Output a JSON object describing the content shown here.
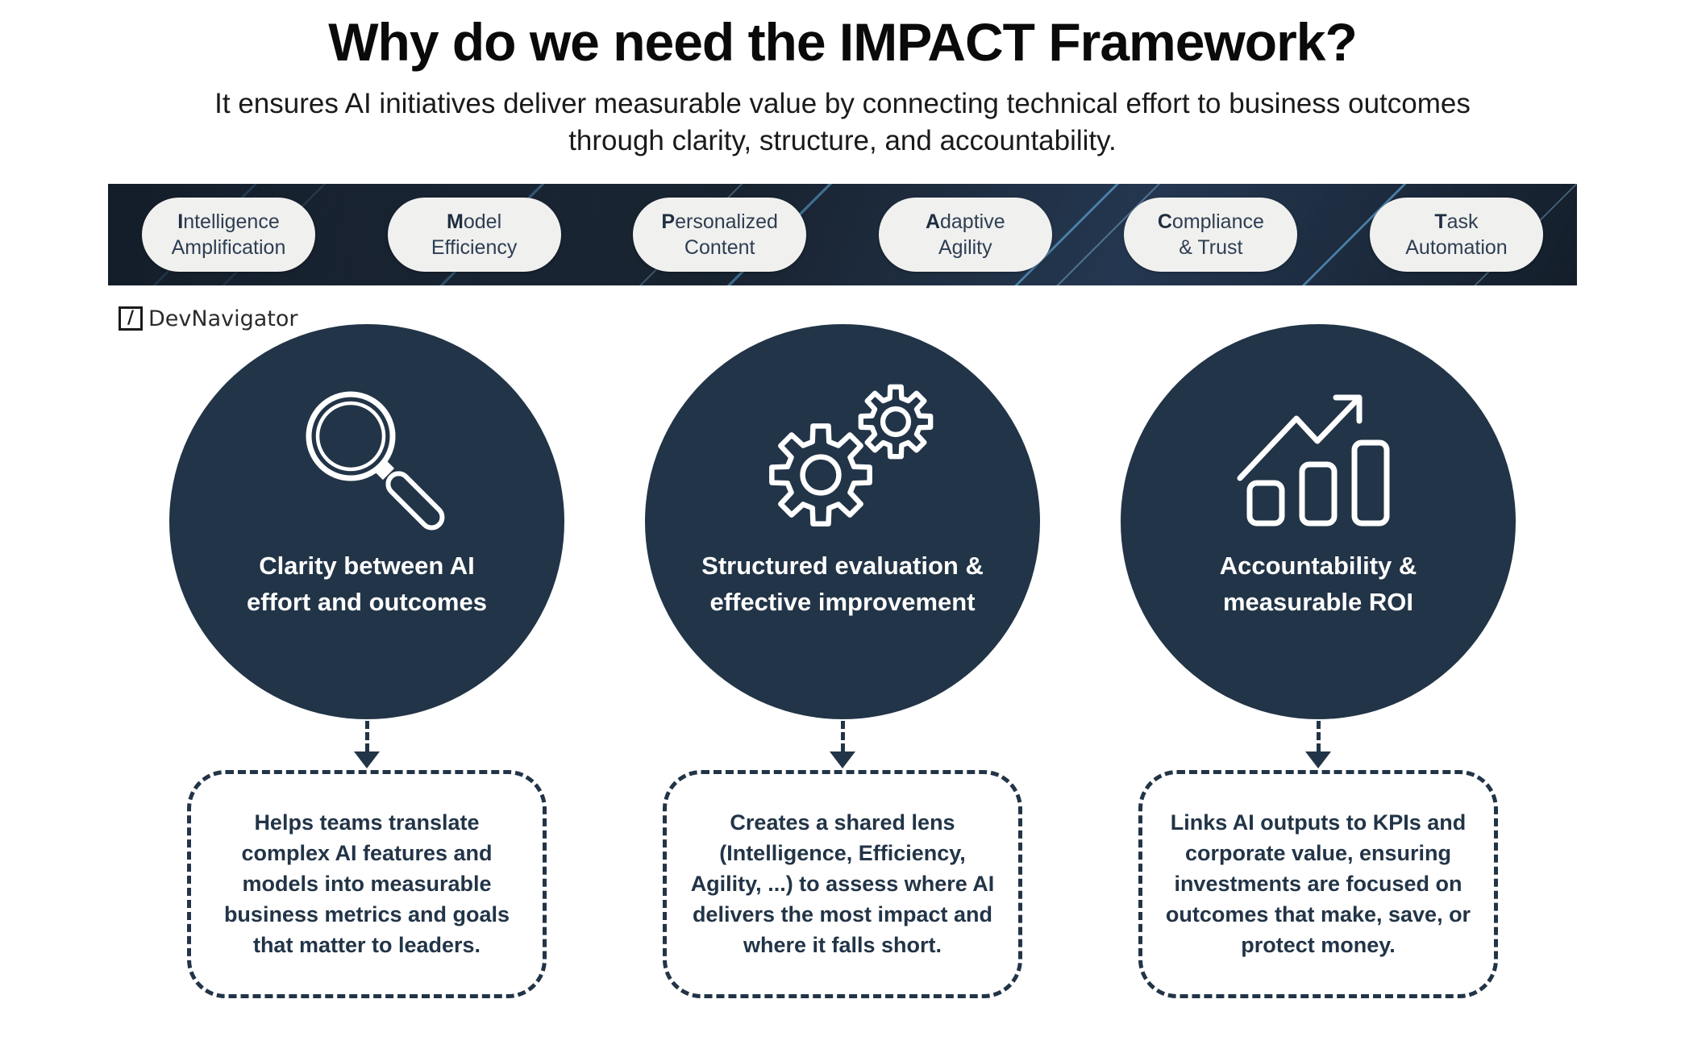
{
  "header": {
    "title": "Why do we need the IMPACT Framework?",
    "subtitle_line1": "It ensures AI initiatives deliver measurable value by connecting technical effort to business outcomes",
    "subtitle_line2": "through clarity, structure, and accountability."
  },
  "impact_bar": {
    "pills": [
      {
        "initial": "I",
        "rest": "ntelligence",
        "line2": "Amplification"
      },
      {
        "initial": "M",
        "rest": "odel",
        "line2": "Efficiency"
      },
      {
        "initial": "P",
        "rest": "ersonalized",
        "line2": "Content"
      },
      {
        "initial": "A",
        "rest": "daptive",
        "line2": "Agility"
      },
      {
        "initial": "C",
        "rest": "ompliance",
        "line2": "& Trust"
      },
      {
        "initial": "T",
        "rest": "ask",
        "line2": "Automation"
      }
    ]
  },
  "brand": {
    "logo_glyph": "/",
    "name": "DevNavigator"
  },
  "pillars": [
    {
      "icon": "magnifier-icon",
      "title_line1": "Clarity between AI",
      "title_line2": "effort and outcomes",
      "detail": "Helps teams translate complex AI features and models into measurable business metrics and goals that matter to leaders."
    },
    {
      "icon": "gears-icon",
      "title_line1": "Structured evaluation &",
      "title_line2": "effective improvement",
      "detail": "Creates a shared lens (Intelligence, Efficiency, Agility, ...) to assess where AI delivers the most impact and where it falls short."
    },
    {
      "icon": "growth-chart-icon",
      "title_line1": "Accountability &",
      "title_line2": "measurable ROI",
      "detail": "Links AI outputs to KPIs and corporate value, ensuring investments are focused on outcomes that make, save, or protect money."
    }
  ],
  "colors": {
    "navy": "#223447",
    "bar_background": "#1b2634",
    "pill_background": "#f0f0ef",
    "streak_blue": "#6db7e7",
    "text_white": "#ffffff"
  }
}
